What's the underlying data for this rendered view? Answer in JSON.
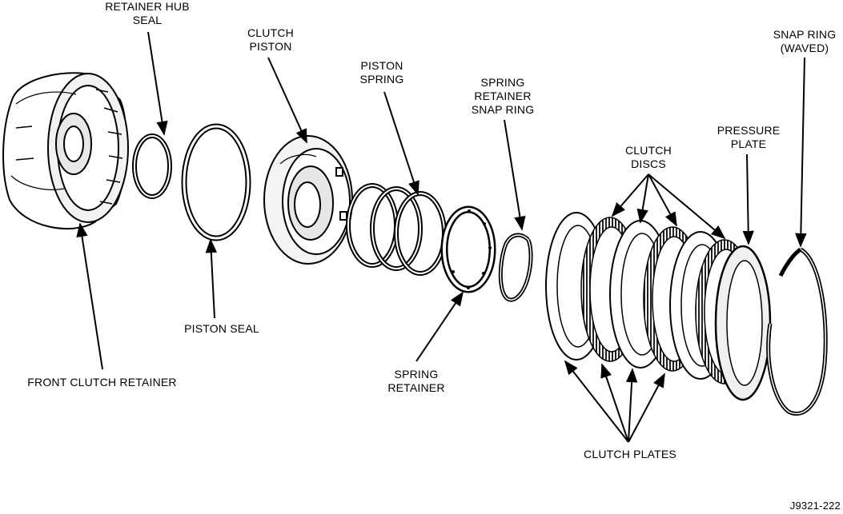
{
  "labels": {
    "retainer_hub_seal": [
      "RETAINER HUB",
      "SEAL"
    ],
    "clutch_piston": [
      "CLUTCH",
      "PISTON"
    ],
    "piston_spring": [
      "PISTON",
      "SPRING"
    ],
    "spring_retainer_snap_ring": [
      "SPRING",
      "RETAINER",
      "SNAP RING"
    ],
    "snap_ring_waved": [
      "SNAP RING",
      "(WAVED)"
    ],
    "pressure_plate": [
      "PRESSURE",
      "PLATE"
    ],
    "clutch_discs": [
      "CLUTCH",
      "DISCS"
    ],
    "piston_seal": "PISTON SEAL",
    "front_clutch_retainer": "FRONT CLUTCH RETAINER",
    "spring_retainer": [
      "SPRING",
      "RETAINER"
    ],
    "clutch_plates": "CLUTCH PLATES",
    "figure_ref": "J9321-222"
  }
}
